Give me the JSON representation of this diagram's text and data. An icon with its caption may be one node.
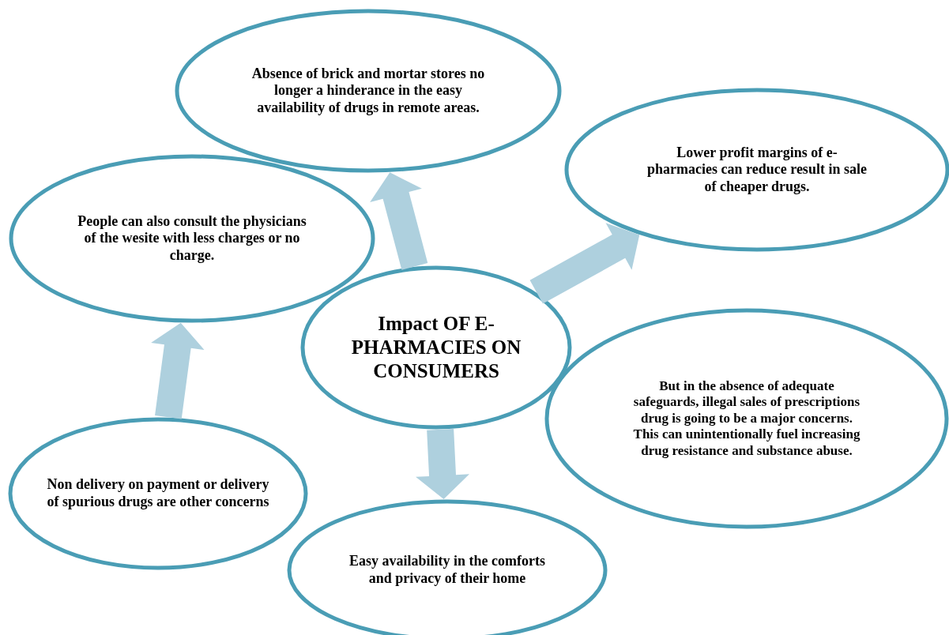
{
  "diagram": {
    "nodes": [
      {
        "text": [
          "Absence of brick and mortar stores no longer a hinderance in the easy availability of drugs in remote areas."
        ]
      },
      {
        "text": [
          "Lower profit margins of e-pharmacies can reduce result in sale of cheaper drugs."
        ]
      },
      {
        "text": [
          "People can also consult the physicians of the wesite with less charges or no charge."
        ]
      },
      {
        "text": [
          "Impact OF E-PHARMACIES ON CONSUMERS"
        ]
      },
      {
        "text": [
          "But in the absence of adequate safeguards, illegal sales of prescriptions drug is going to be a major concerns. This can unintentionally fuel increasing drug resistance and substance abuse."
        ]
      },
      {
        "text": [
          "Non delivery on payment or delivery of spurious drugs are other concerns"
        ]
      },
      {
        "text": [
          "Easy availability in the comforts and privacy of their home"
        ]
      }
    ],
    "edges": [
      {
        "from": 3,
        "to": 0,
        "arrow": "to"
      },
      {
        "from": 3,
        "to": 1,
        "arrow": "to"
      },
      {
        "from": 3,
        "to": 6,
        "arrow": "to"
      },
      {
        "from": 5,
        "to": 2,
        "arrow": "to"
      }
    ]
  }
}
